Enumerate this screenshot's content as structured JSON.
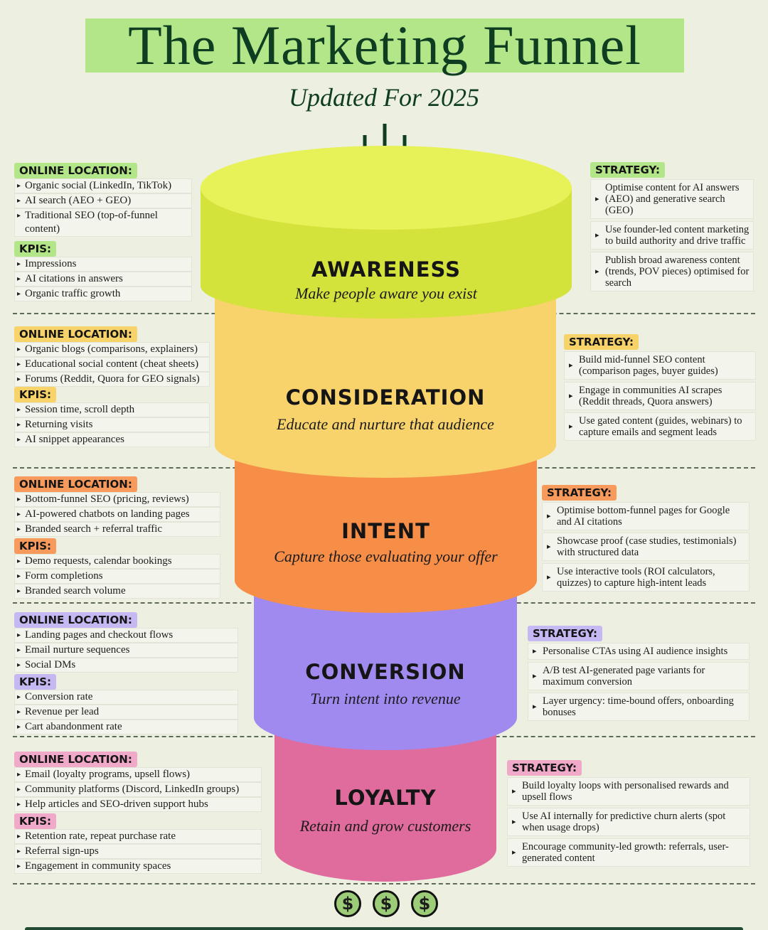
{
  "title": "The Marketing Funnel",
  "subtitle": "Updated For 2025",
  "colors": {
    "title_bg": "#b3e689",
    "title_text": "#0f3d22"
  },
  "stages": [
    {
      "name": "AWARENESS",
      "desc": "Make people aware you exist",
      "color": "#d4e23c",
      "tag_color": "#b3e689",
      "online_label": "ONLINE LOCATION:",
      "online": [
        "Organic social (LinkedIn, TikTok)",
        "AI search (AEO + GEO)",
        "Traditional SEO (top-of-funnel content)"
      ],
      "kpi_label": "KPIS:",
      "kpis": [
        "Impressions",
        "AI citations in answers",
        "Organic traffic growth"
      ],
      "strategy_label": "STRATEGY:",
      "strategy": [
        "Optimise content for AI answers (AEO) and generative search (GEO)",
        "Use founder-led content marketing to build authority and drive traffic",
        "Publish broad awareness content (trends, POV pieces) optimised for search"
      ]
    },
    {
      "name": "CONSIDERATION",
      "desc": "Educate and nurture that audience",
      "color": "#f8d36c",
      "tag_color": "#f7d36a",
      "online_label": "ONLINE LOCATION:",
      "online": [
        "Organic blogs (comparisons, explainers)",
        "Educational social content (cheat sheets)",
        "Forums (Reddit, Quora for GEO signals)"
      ],
      "kpi_label": "KPIS:",
      "kpis": [
        "Session time, scroll depth",
        "Returning visits",
        "AI snippet appearances"
      ],
      "strategy_label": "STRATEGY:",
      "strategy": [
        "Build mid-funnel SEO content (comparison pages, buyer guides)",
        "Engage in communities AI scrapes (Reddit threads, Quora answers)",
        "Use gated content (guides, webinars) to capture emails and segment leads"
      ]
    },
    {
      "name": "INTENT",
      "desc": "Capture those evaluating your offer",
      "color": "#f78e48",
      "tag_color": "#f79a5c",
      "online_label": "ONLINE LOCATION:",
      "online": [
        "Bottom-funnel SEO (pricing, reviews)",
        "AI-powered chatbots on landing pages",
        "Branded search + referral traffic"
      ],
      "kpi_label": "KPIS:",
      "kpis": [
        "Demo requests, calendar bookings",
        "Form completions",
        "Branded search volume"
      ],
      "strategy_label": "STRATEGY:",
      "strategy": [
        "Optimise bottom-funnel pages for Google and AI citations",
        "Showcase proof (case studies, testimonials) with structured data",
        "Use interactive tools (ROI calculators, quizzes) to capture high-intent leads"
      ]
    },
    {
      "name": "CONVERSION",
      "desc": "Turn intent into revenue",
      "color": "#a08af0",
      "tag_color": "#c6b8f3",
      "online_label": "ONLINE LOCATION:",
      "online": [
        "Landing pages and checkout flows",
        "Email nurture sequences",
        "Social DMs"
      ],
      "kpi_label": "KPIS:",
      "kpis": [
        "Conversion rate",
        "Revenue per lead",
        "Cart abandonment rate"
      ],
      "strategy_label": "STRATEGY:",
      "strategy": [
        "Personalise CTAs using AI audience insights",
        "A/B test AI-generated page variants for maximum conversion",
        "Layer urgency: time-bound offers, onboarding bonuses"
      ]
    },
    {
      "name": "LOYALTY",
      "desc": "Retain and grow customers",
      "color": "#df6c9c",
      "tag_color": "#f0a9c9",
      "online_label": "ONLINE LOCATION:",
      "online": [
        "Email (loyalty programs, upsell flows)",
        "Community platforms (Discord, LinkedIn groups)",
        "Help articles and SEO-driven support hubs"
      ],
      "kpi_label": "KPIS:",
      "kpis": [
        "Retention rate, repeat purchase rate",
        "Referral sign-ups",
        "Engagement in community spaces"
      ],
      "strategy_label": "STRATEGY:",
      "strategy": [
        "Build loyalty loops with personalised rewards and upsell flows",
        "Use AI internally for predictive churn alerts (spot when usage drops)",
        "Encourage community-led growth: referrals, user-generated content"
      ]
    }
  ],
  "coins": [
    "$",
    "$",
    "$"
  ]
}
